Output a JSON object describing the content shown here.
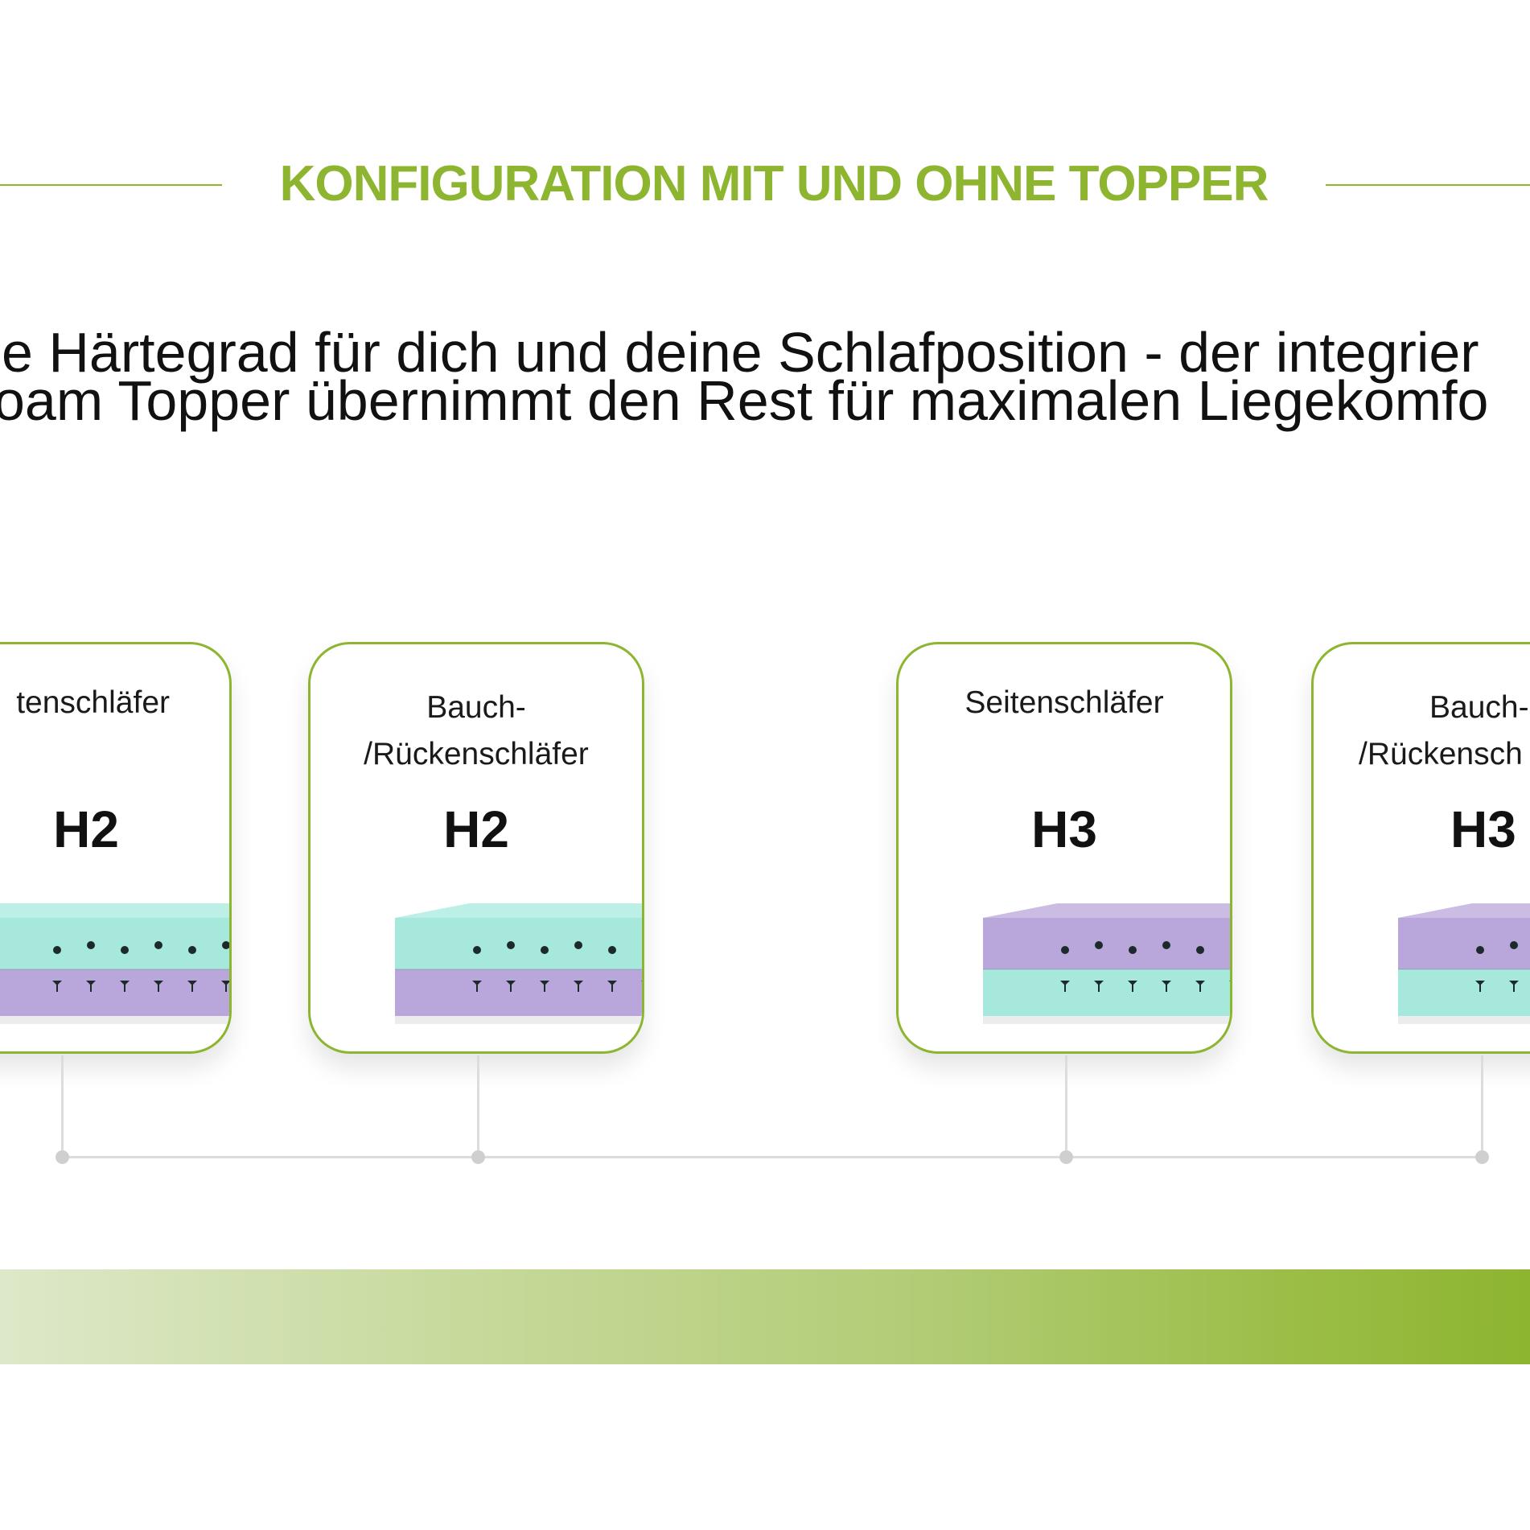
{
  "header": {
    "title": "KONFIGURATION MIT UND OHNE TOPPER"
  },
  "description": {
    "line1": "e Härtegrad für dich und deine Schlafposition - der integrier",
    "line2": "oam Topper übernimmt den Rest für maximalen Liegekomfo"
  },
  "cards": [
    {
      "label": "tenschläfer",
      "grade": "H2",
      "top_layer": "mint",
      "bottom_layer": "lavender"
    },
    {
      "label_line1": "Bauch-",
      "label_line2": "/Rückenschläfer",
      "grade": "H2",
      "top_layer": "mint",
      "bottom_layer": "lavender"
    },
    {
      "label": "Seitenschläfer",
      "grade": "H3",
      "top_layer": "lavender",
      "bottom_layer": "mint"
    },
    {
      "label_line1": "Bauch-",
      "label_line2": "/Rückensch",
      "grade": "H3",
      "top_layer": "lavender",
      "bottom_layer": "mint"
    }
  ],
  "colors": {
    "accent_green": "#8db52f",
    "mint_foam": "#a6e9dc",
    "lavender_foam": "#b9a6db",
    "connector_gray": "#dcdcdc"
  }
}
